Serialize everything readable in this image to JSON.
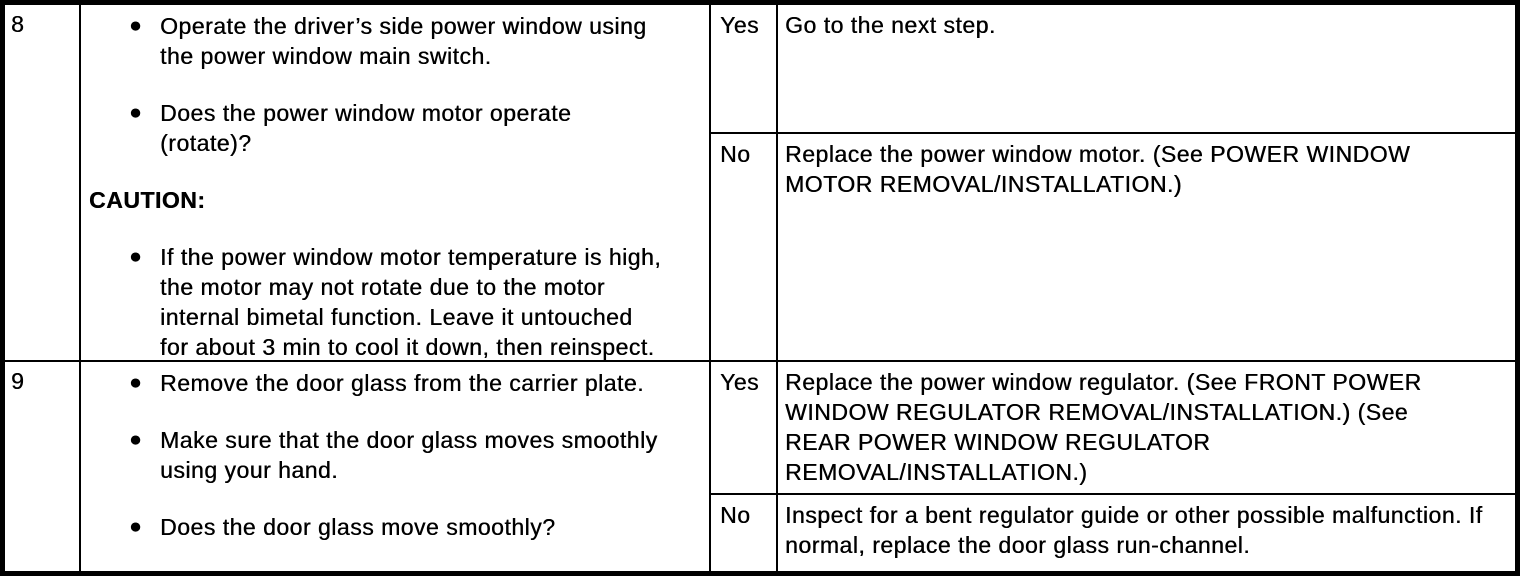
{
  "colors": {
    "background": "#ffffff",
    "border": "#000000",
    "text": "#000000"
  },
  "table": {
    "bullet_glyph": "●",
    "rows": [
      {
        "step": "8",
        "inspection": {
          "bullets": [
            "Operate the driver’s side power window using\nthe power window main switch.",
            "Does the power window motor operate\n(rotate)?"
          ],
          "caution_label": "CAUTION:",
          "caution_bullets": [
            "If the power window motor temperature is high,\nthe motor may not rotate due to the motor\ninternal bimetal function. Leave it untouched\nfor about 3 min to cool it down, then reinspect."
          ]
        },
        "results": [
          {
            "answer": "Yes",
            "action": "Go to the next step."
          },
          {
            "answer": "No",
            "action": "Replace the power window motor. (See POWER WINDOW\nMOTOR REMOVAL/INSTALLATION.)"
          }
        ]
      },
      {
        "step": "9",
        "inspection": {
          "bullets": [
            "Remove the door glass from the carrier plate.",
            "Make sure that the door glass moves smoothly\nusing your hand.",
            "Does the door glass move smoothly?"
          ]
        },
        "results": [
          {
            "answer": "Yes",
            "action": "Replace the power window regulator. (See FRONT POWER\nWINDOW REGULATOR REMOVAL/INSTALLATION.) (See\nREAR POWER WINDOW REGULATOR\nREMOVAL/INSTALLATION.)"
          },
          {
            "answer": "No",
            "action": "Inspect for a bent regulator guide or other possible malfunction. If\nnormal, replace the door glass run-channel."
          }
        ]
      }
    ]
  }
}
